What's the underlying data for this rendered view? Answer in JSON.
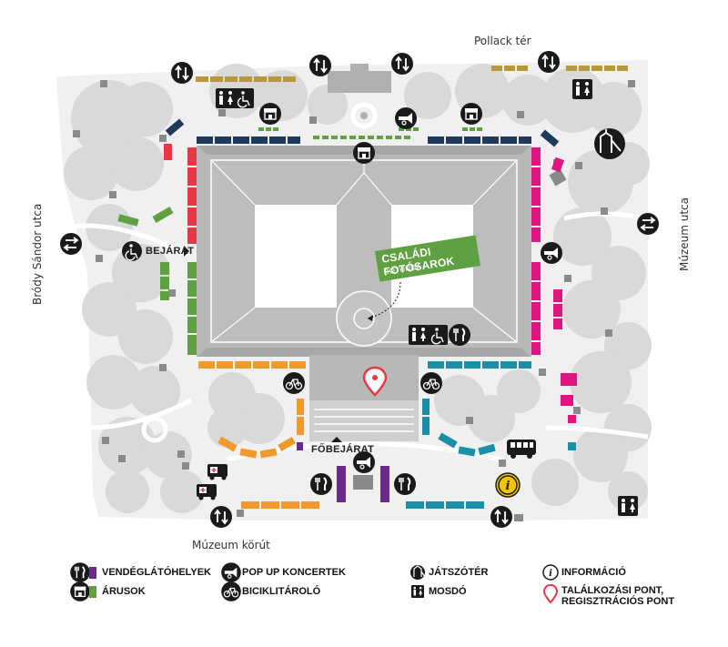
{
  "streets": {
    "top": "Pollack tér",
    "left": "Bródy Sándor utca",
    "right": "Múzeum utca",
    "bottom": "Múzeum körút"
  },
  "map_labels": {
    "side_entrance": "BEJÁRAT",
    "main_entrance": "FŐBEJÁRAT",
    "photo_corner_title": "CSALÁDI FOTÓSAROK",
    "photo_corner_sub": "ROTUNDA"
  },
  "legend": {
    "restaurants": "VENDÉGLÁTÓHELYEK",
    "vendors": "ÁRUSOK",
    "concerts": "POP UP KONCERTEK",
    "bike_storage": "BICIKLITÁROLÓ",
    "playground": "JÁTSZÓTÉR",
    "toilet": "MOSDÓ",
    "information": "INFORMÁCIÓ",
    "meeting_point_1": "TALÁLKOZÁSI PONT,",
    "meeting_point_2": "REGISZTRÁCIÓS PONT"
  },
  "colors": {
    "restaurants": "#6a2a8c",
    "vendors": "#5fa043",
    "navy": "#1f3a5c",
    "red": "#e53945",
    "magenta": "#e0157f",
    "orange": "#f2992e",
    "teal": "#1a8fa6",
    "gold": "#b9973c",
    "info": "#f2c500",
    "pin": "#e53945",
    "building": "#b8b8b8",
    "trees": "#d9d9d9"
  },
  "icons": [
    "swap-arrows-icon",
    "toilet-icon",
    "accessible-icon",
    "market-stall-icon",
    "trumpet-icon",
    "fork-knife-icon",
    "bicycle-icon",
    "playground-slide-icon",
    "ambulance-icon",
    "bus-icon",
    "info-icon",
    "location-pin-icon",
    "accessible-entrance-icon"
  ]
}
